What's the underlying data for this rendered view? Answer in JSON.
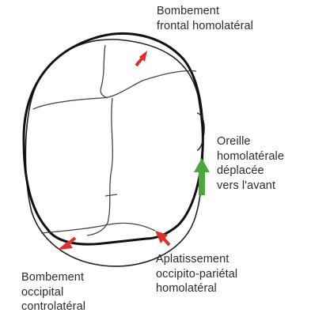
{
  "labels": {
    "frontal": {
      "lines": [
        "Bombement",
        "frontal homolatéral"
      ]
    },
    "oreille": {
      "lines": [
        "Oreille",
        "homolatérale",
        "déplacée",
        "vers l'avant"
      ]
    },
    "aplat": {
      "lines": [
        "Aplatissement",
        "occipito-pariétal",
        "homolatéral"
      ]
    },
    "occipital": {
      "lines": [
        "Bombement",
        "occipital",
        "controlatéral"
      ]
    }
  },
  "colors": {
    "outline": "#111111",
    "suture": "#444444",
    "arrow_red": "#e0302b",
    "arrow_green": "#4aa83a",
    "text": "#2b2b2b"
  }
}
